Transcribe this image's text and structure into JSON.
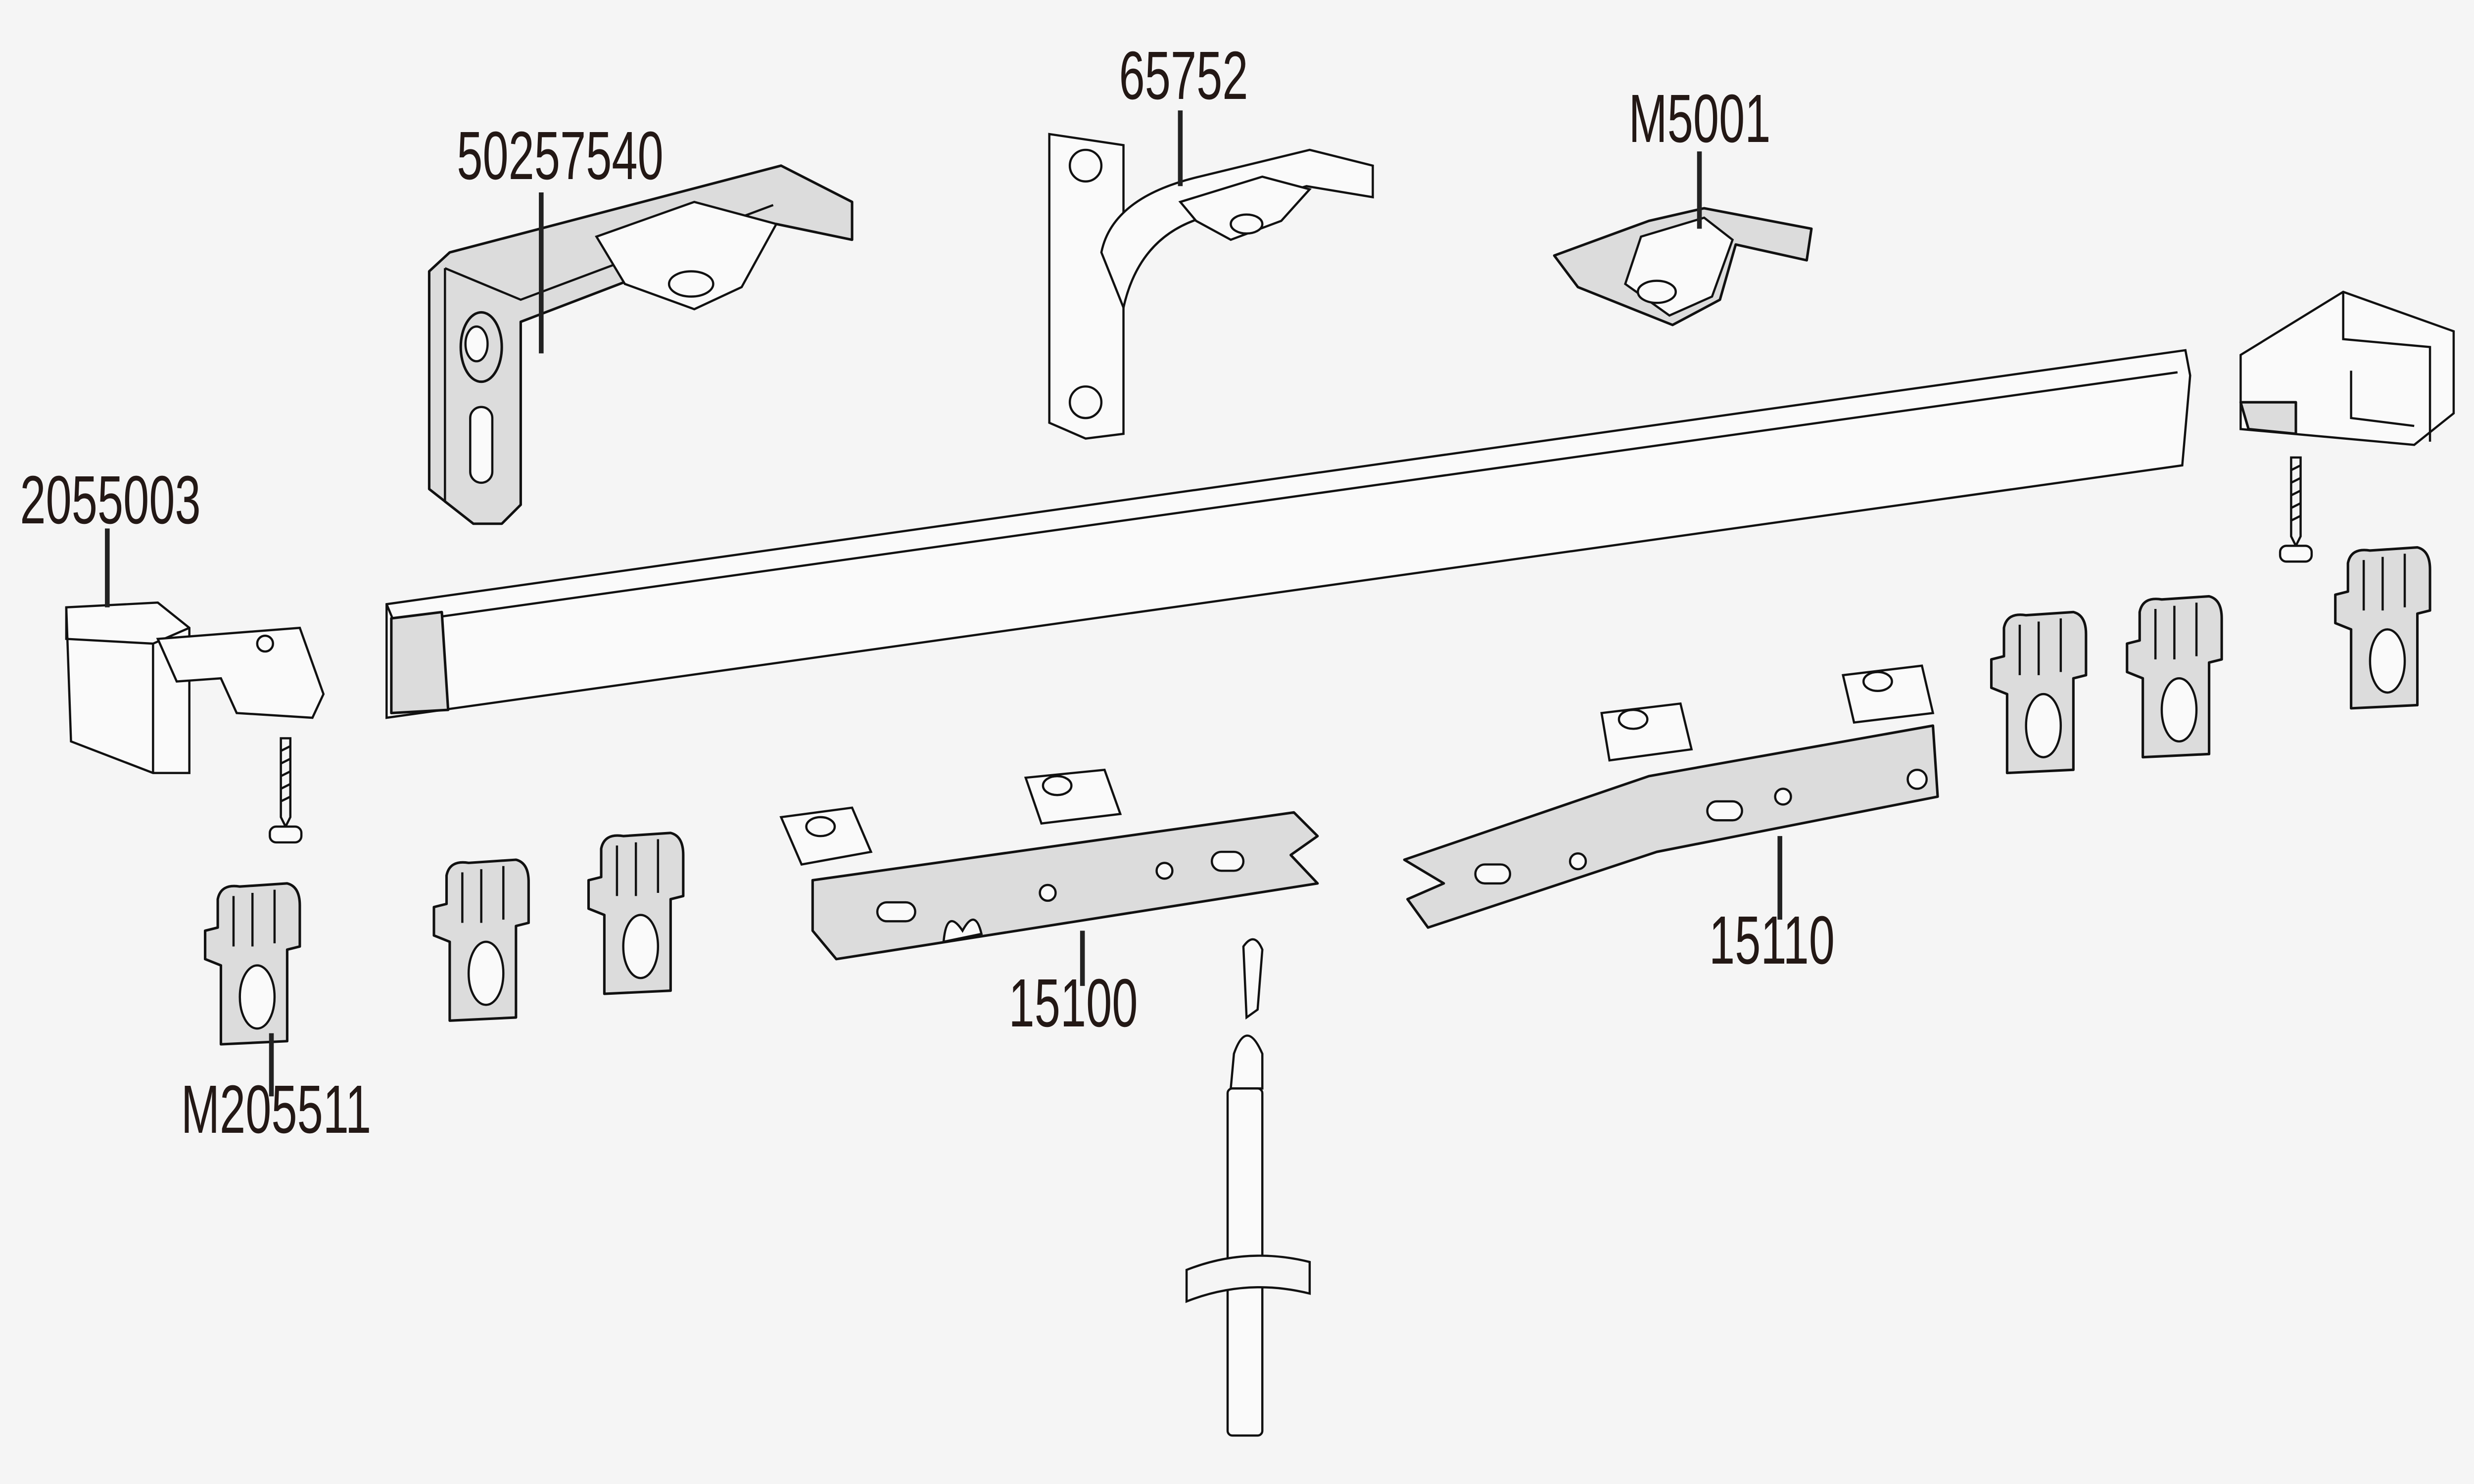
{
  "diagram": {
    "title": "Curtain track system parts",
    "background": "#f5f5f5",
    "part_fill": "#dcdcdc",
    "labels": {
      "bracket_long": "50257540",
      "bracket_short": "65752",
      "carrier": "M5001",
      "end_cap": "2055003",
      "glider": "M205511",
      "master_carrier_left": "15100",
      "master_carrier_right": "15110"
    }
  }
}
